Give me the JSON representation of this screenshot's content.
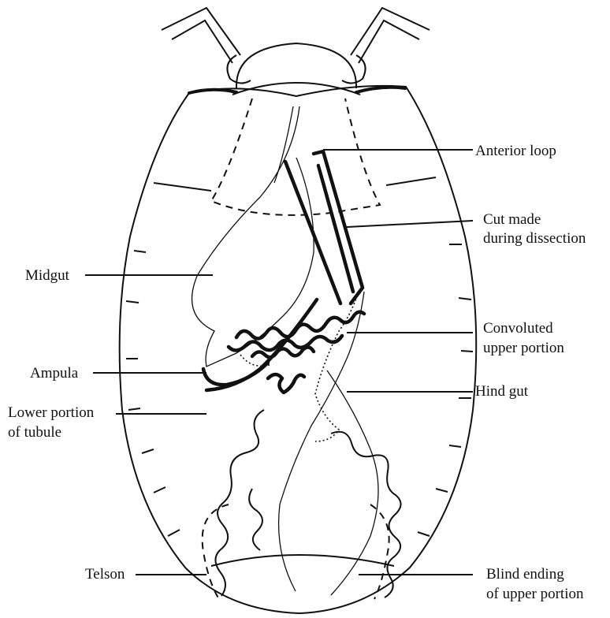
{
  "labels": {
    "anterior_loop": "Anterior loop",
    "cut_line1": "Cut made",
    "cut_line2": "during dissection",
    "midgut": "Midgut",
    "convoluted_line1": "Convoluted",
    "convoluted_line2": "upper portion",
    "ampula": "Ampula",
    "hind_gut": "Hind gut",
    "lower_line1": "Lower portion",
    "lower_line2": "of tubule",
    "telson": "Telson",
    "blind_line1": "Blind ending",
    "blind_line2": "of upper portion"
  },
  "colors": {
    "ink": "#111111",
    "background": "#ffffff"
  }
}
